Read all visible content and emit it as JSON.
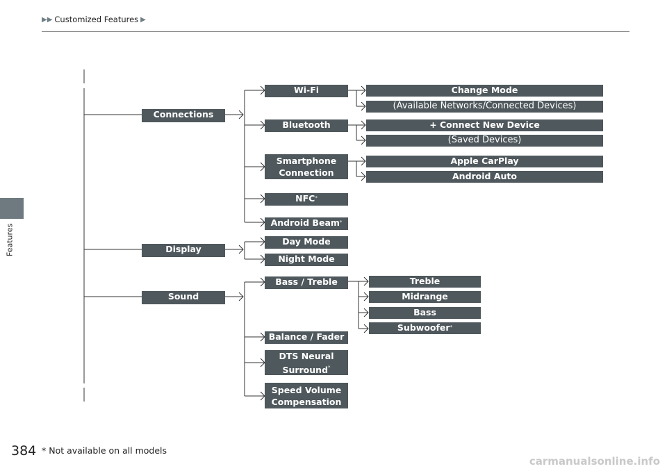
{
  "breadcrumb": {
    "section": "Customized Features"
  },
  "side_tab": {
    "label": "Features"
  },
  "page_number": "384",
  "footnote": "* Not available on all models",
  "watermark": "carmanualsonline.info",
  "nodes": {
    "connections": "Connections",
    "display": "Display",
    "sound": "Sound",
    "wifi": "Wi-Fi",
    "bluetooth": "Bluetooth",
    "smartphone": "Smartphone Connection",
    "nfc": "NFC",
    "android_beam": "Android Beam",
    "day_mode": "Day Mode",
    "night_mode": "Night Mode",
    "bass_treble": "Bass / Treble",
    "balance_fader": "Balance / Fader",
    "dts": "DTS Neural Surround",
    "speed_volume": "Speed Volume Compensation",
    "change_mode": "Change Mode",
    "available_networks": "(Available Networks/Connected Devices)",
    "connect_new": "+ Connect New Device",
    "saved_devices": "(Saved Devices)",
    "apple_carplay": "Apple CarPlay",
    "android_auto": "Android Auto",
    "treble": "Treble",
    "midrange": "Midrange",
    "bass": "Bass",
    "subwoofer": "Subwoofer"
  },
  "asterisk": "*"
}
